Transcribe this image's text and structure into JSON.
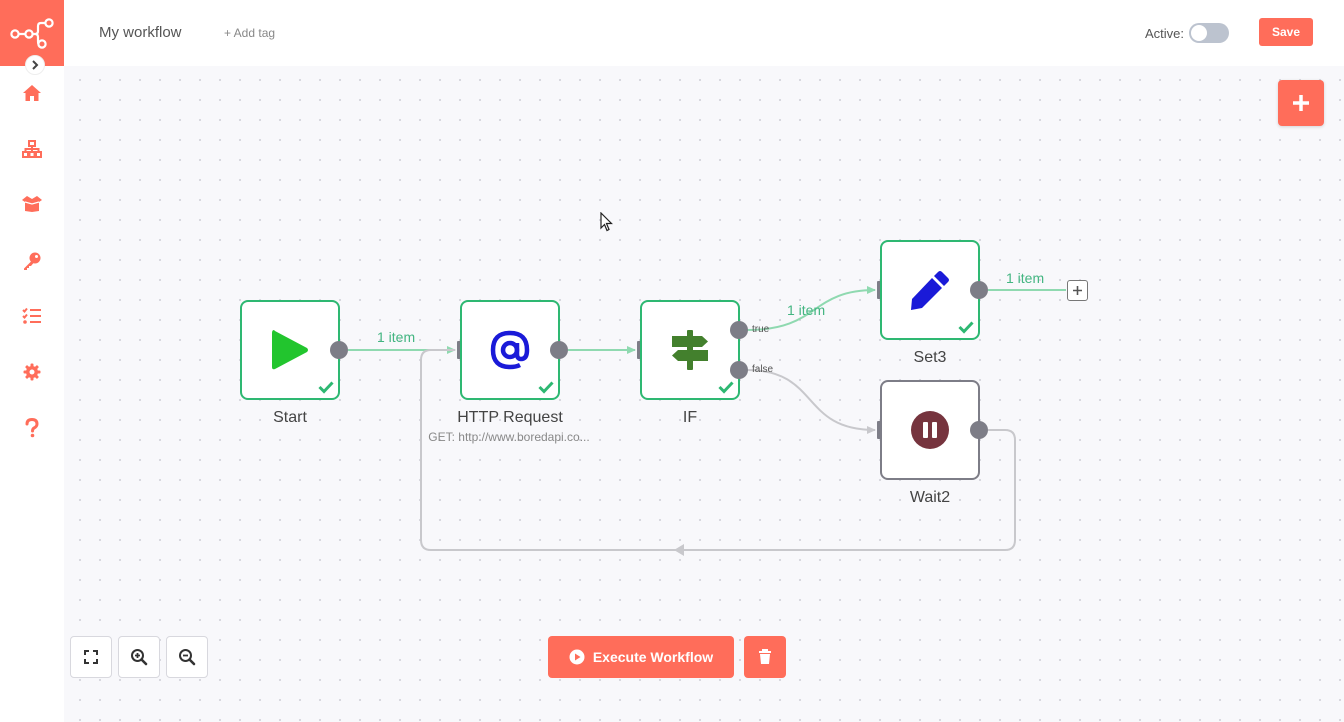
{
  "header": {
    "workflow_name": "My workflow",
    "add_tag": "+ Add tag",
    "active_label": "Active:",
    "active": false,
    "save_label": "Save"
  },
  "sidebar": {
    "items": [
      {
        "name": "home",
        "icon": "home-icon"
      },
      {
        "name": "workflows",
        "icon": "network-icon"
      },
      {
        "name": "templates",
        "icon": "box-open-icon"
      },
      {
        "name": "credentials",
        "icon": "key-icon"
      },
      {
        "name": "executions",
        "icon": "tasks-icon"
      },
      {
        "name": "settings",
        "icon": "gear-icon"
      },
      {
        "name": "help",
        "icon": "question-icon"
      }
    ]
  },
  "nodes": [
    {
      "id": "start",
      "label": "Start",
      "icon": "play-icon",
      "status": "success"
    },
    {
      "id": "http",
      "label": "HTTP Request",
      "subtitle": "GET: http://www.boredapi.co...",
      "icon": "at-icon",
      "status": "success"
    },
    {
      "id": "if",
      "label": "IF",
      "icon": "signpost-icon",
      "status": "success",
      "outputs": [
        "true",
        "false"
      ]
    },
    {
      "id": "set3",
      "label": "Set3",
      "icon": "pen-icon",
      "status": "success"
    },
    {
      "id": "wait2",
      "label": "Wait2",
      "icon": "pause-icon",
      "status": "none"
    }
  ],
  "edges": {
    "start_http": "1 item",
    "if_true_set3": "1 item",
    "set3_out": "1 item"
  },
  "footer": {
    "execute_label": "Execute Workflow"
  },
  "colors": {
    "accent": "#ff6d5a",
    "success": "#2eb872",
    "edge_success": "#8fd9b0",
    "edge_default": "#c8c8cc"
  }
}
